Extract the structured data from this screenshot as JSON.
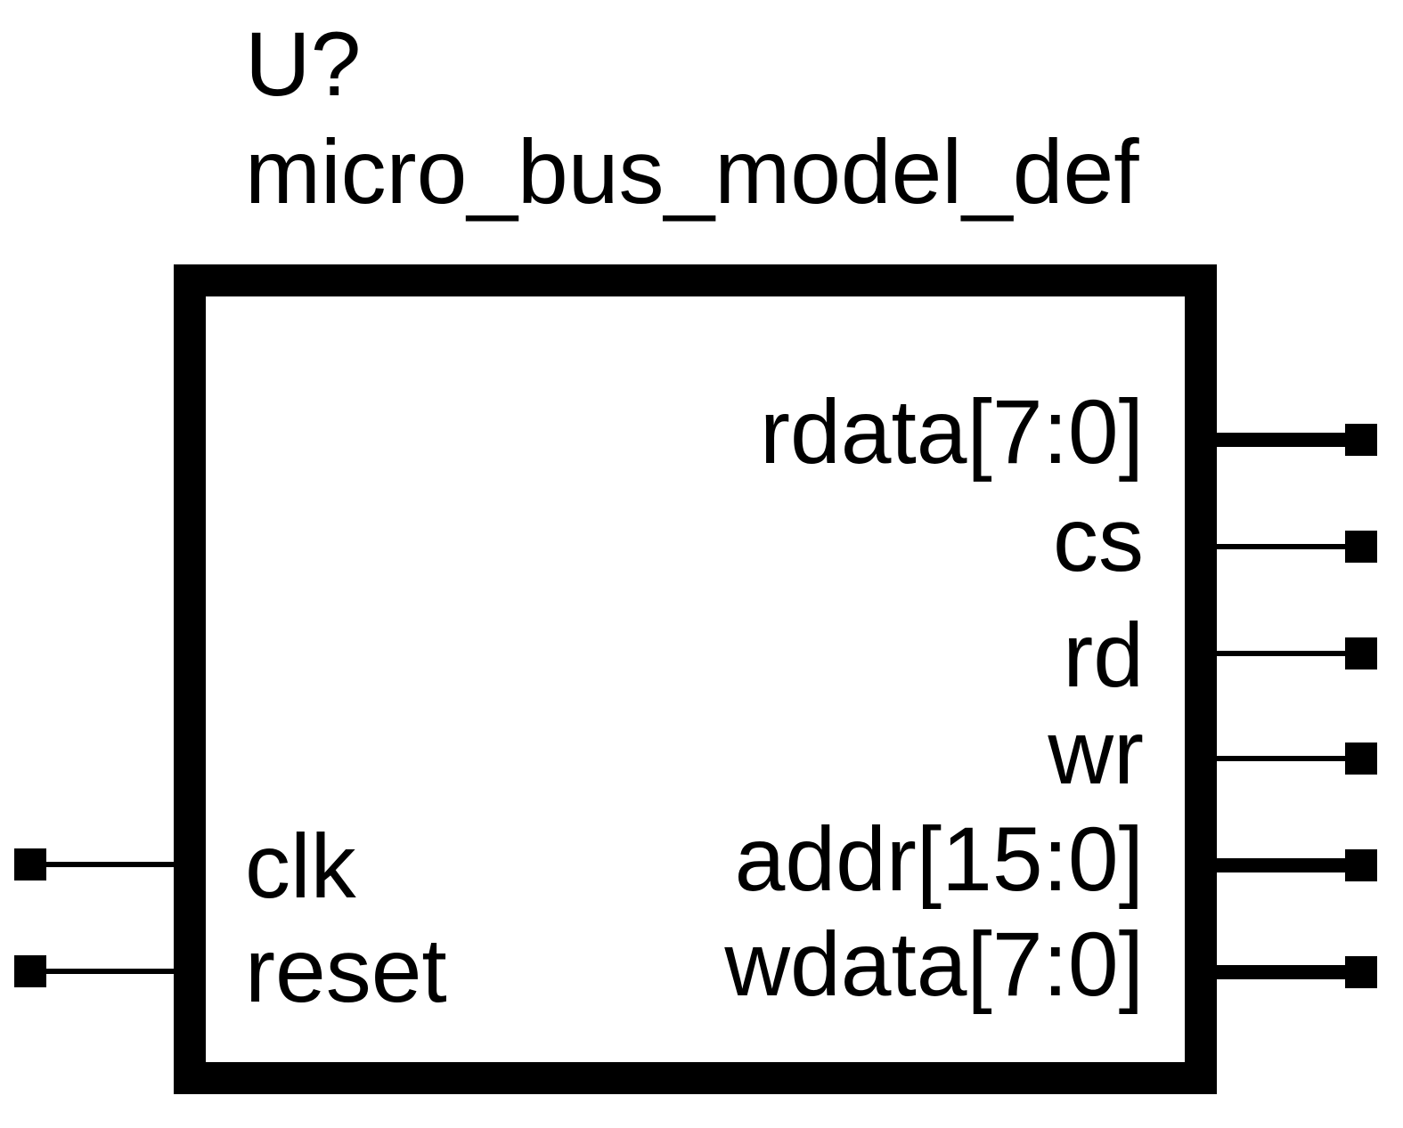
{
  "symbol": {
    "reference": "U?",
    "name": "micro_bus_model_def",
    "line_color": "#000000",
    "background": "#ffffff"
  },
  "pins": {
    "left": [
      {
        "label": "clk",
        "bus": false
      },
      {
        "label": "reset",
        "bus": false
      }
    ],
    "right": [
      {
        "label": "rdata[7:0]",
        "bus": true
      },
      {
        "label": "cs",
        "bus": false
      },
      {
        "label": "rd",
        "bus": false
      },
      {
        "label": "wr",
        "bus": false
      },
      {
        "label": "addr[15:0]",
        "bus": true
      },
      {
        "label": "wdata[7:0]",
        "bus": true
      }
    ]
  }
}
